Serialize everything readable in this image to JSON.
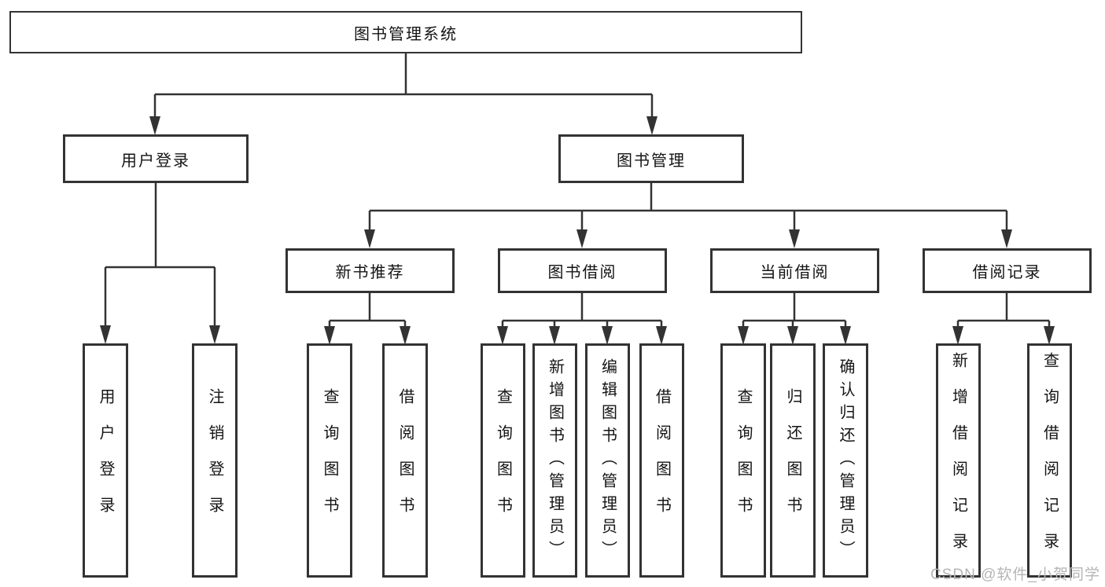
{
  "diagram": {
    "root": {
      "label": "图书管理系统"
    },
    "level2": [
      {
        "label": "用户登录"
      },
      {
        "label": "图书管理"
      }
    ],
    "level3": [
      {
        "label": "新书推荐"
      },
      {
        "label": "图书借阅"
      },
      {
        "label": "当前借阅"
      },
      {
        "label": "借阅记录"
      }
    ],
    "leaves": {
      "user_login": [
        "用户登录",
        "注销登录"
      ],
      "new_book": [
        "查询图书",
        "借阅图书"
      ],
      "borrow": [
        "查询图书",
        "新增图书（管理员）",
        "编辑图书（管理员）",
        "借阅图书"
      ],
      "current": [
        "查询图书",
        "归还图书",
        "确认归还（管理员）"
      ],
      "records": [
        "新增借阅记录",
        "查询借阅记录"
      ]
    }
  },
  "watermark": "CSDN @软件_小贺同学",
  "colors": {
    "line": "#333333",
    "border": "#333333",
    "text": "#141414",
    "watermark": "#b5b5b5",
    "background": "#ffffff"
  }
}
